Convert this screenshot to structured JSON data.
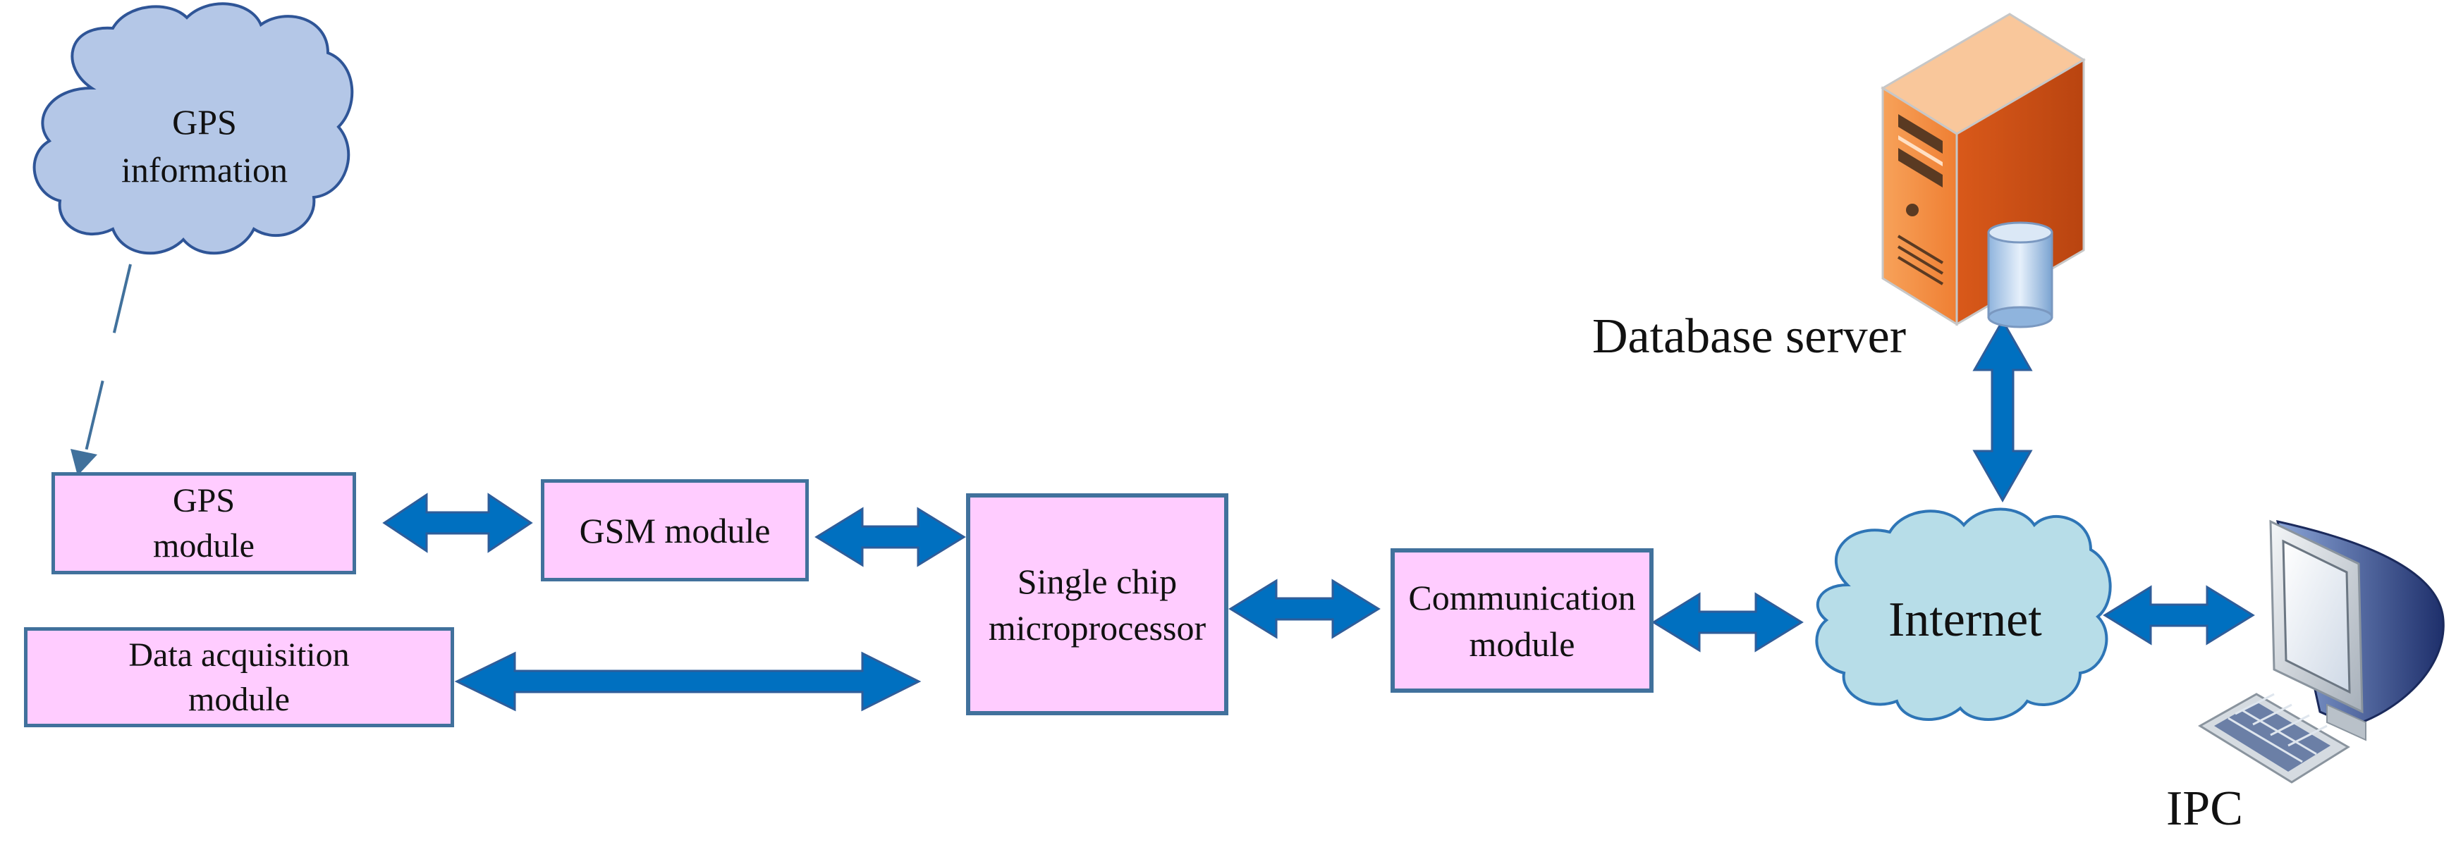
{
  "nodes": {
    "gps_information": {
      "line1": "GPS",
      "line2": "information"
    },
    "gps_module": {
      "line1": "GPS",
      "line2": "module"
    },
    "gsm_module": {
      "label": "GSM module"
    },
    "data_acquisition": {
      "line1": "Data acquisition",
      "line2": "module"
    },
    "single_chip": {
      "line1": "Single chip",
      "line2": "microprocessor"
    },
    "communication": {
      "line1": "Communication",
      "line2": "module"
    },
    "internet": {
      "label": "Internet"
    },
    "database_server": {
      "label": "Database server"
    },
    "ipc": {
      "label": "IPC"
    }
  },
  "icons": {
    "server": "server-icon",
    "computer": "computer-icon"
  },
  "colors": {
    "box_fill": "#ffccff",
    "box_border": "#41719c",
    "arrow_fill": "#0070c0",
    "gps_cloud": "#b4c7e7",
    "internet_cloud": "#b7dde8"
  }
}
